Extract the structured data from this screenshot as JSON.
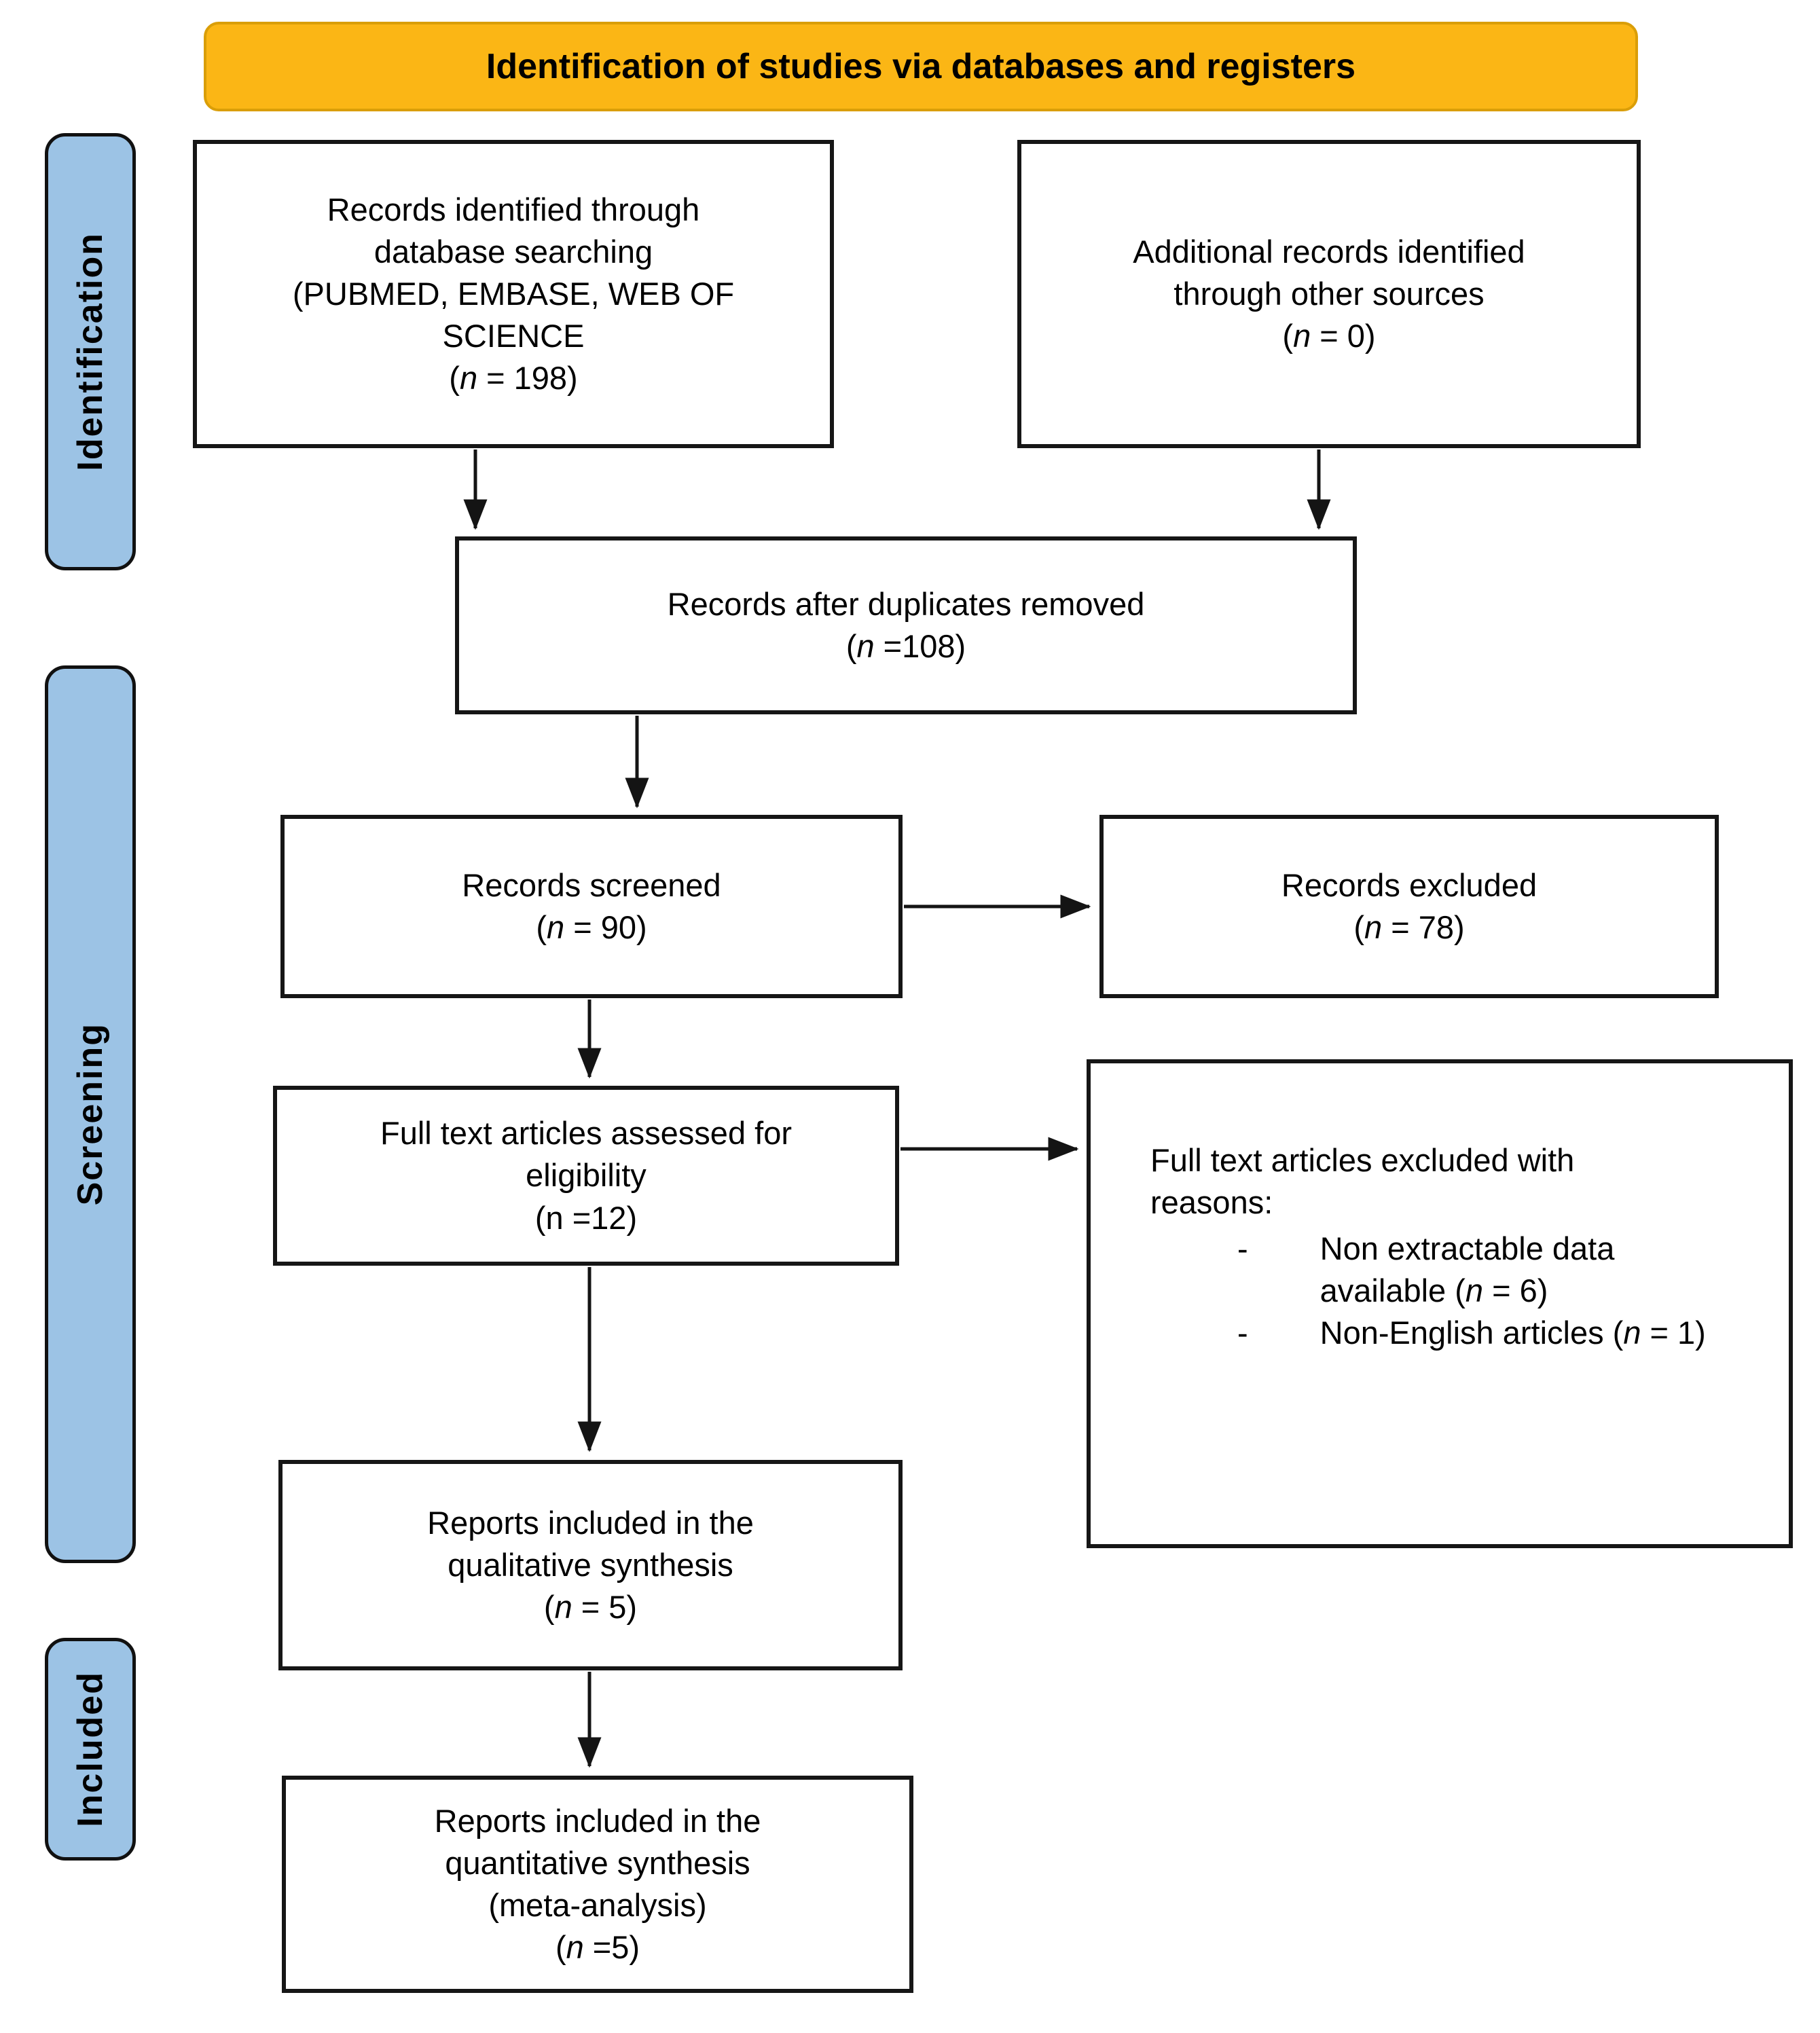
{
  "banner": {
    "title": "Identification of studies via databases and registers",
    "bg_color": "#FBB615"
  },
  "sidebar": {
    "bg_color": "#9CC3E5",
    "items": [
      {
        "label": "Identification"
      },
      {
        "label": "Screening"
      },
      {
        "label": "Included"
      }
    ]
  },
  "flow": {
    "records_identified": {
      "label": "Records identified through\ndatabase searching\n(PUBMED, EMBASE, WEB OF\nSCIENCE",
      "count": "(n = 198)"
    },
    "additional_records": {
      "label": "Additional records identified\nthrough other sources",
      "count": "(n = 0)"
    },
    "duplicates_removed": {
      "label": "Records after duplicates removed",
      "count": "(n =108)"
    },
    "records_screened": {
      "label": "Records screened",
      "count": "(n = 90)"
    },
    "records_excluded": {
      "label": "Records excluded",
      "count": "(n = 78)"
    },
    "fulltext_assessed": {
      "label": "Full text articles assessed for\neligibility",
      "count": "(n =12)"
    },
    "fulltext_excluded": {
      "heading": "Full text articles excluded with\nreasons:",
      "items": [
        "Non extractable data\navailable (n = 6)",
        "Non-English articles (n = 1)"
      ]
    },
    "qualitative": {
      "label": "Reports included in the\nqualitative synthesis",
      "count": "(n = 5)"
    },
    "quantitative": {
      "label": "Reports included in the\nquantitative synthesis\n(meta-analysis)",
      "count": "(n =5)"
    }
  }
}
